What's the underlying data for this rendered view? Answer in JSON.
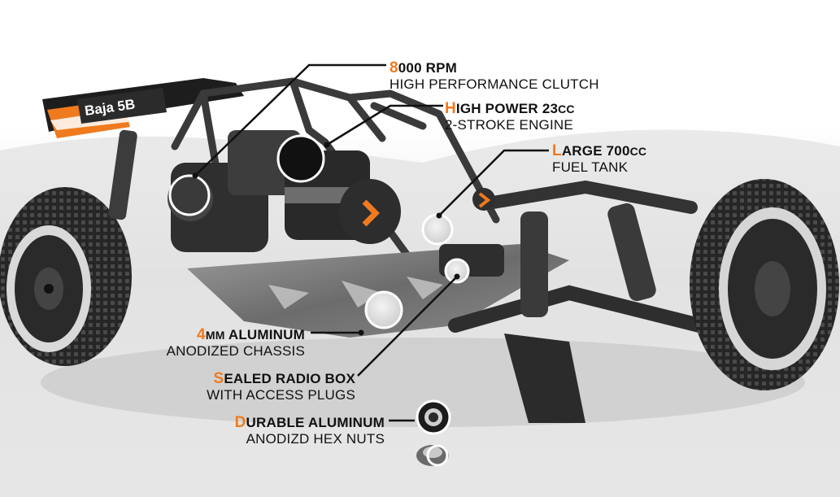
{
  "colors": {
    "accent": "#f07a1e",
    "text": "#111111",
    "background": "#ffffff"
  },
  "decal": {
    "brand_text": "Baja 5B"
  },
  "callouts": [
    {
      "id": "clutch",
      "title_first": "8",
      "title_rest": "000 RPM",
      "title_small": "",
      "subtitle": "HIGH PERFORMANCE CLUTCH"
    },
    {
      "id": "engine",
      "title_first": "H",
      "title_rest": "IGH POWER 23",
      "title_small": "CC",
      "subtitle": "2-STROKE ENGINE"
    },
    {
      "id": "fuel-tank",
      "title_first": "L",
      "title_rest": "ARGE 700",
      "title_small": "CC",
      "subtitle": "FUEL TANK"
    },
    {
      "id": "chassis",
      "title_first": "4",
      "title_rest": " ALUMINUM",
      "title_small": "MM",
      "subtitle": "ANODIZED CHASSIS"
    },
    {
      "id": "radio-box",
      "title_first": "S",
      "title_rest": "EALED RADIO BOX",
      "title_small": "",
      "subtitle": "WITH ACCESS PLUGS"
    },
    {
      "id": "hex-nuts",
      "title_first": "D",
      "title_rest": "URABLE ALUMINUM",
      "title_small": "",
      "subtitle": "ANODIZD HEX NUTS"
    }
  ]
}
